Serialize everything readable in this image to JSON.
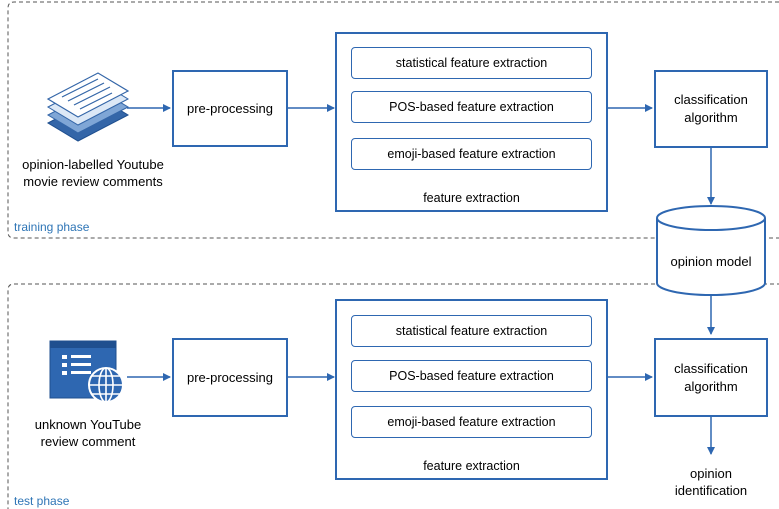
{
  "training": {
    "phase_label": "training phase",
    "source_label_line1": "opinion-labelled Youtube",
    "source_label_line2": "movie review comments",
    "preprocessing": "pre-processing",
    "features": [
      "statistical feature extraction",
      "POS-based feature extraction",
      "emoji-based feature extraction"
    ],
    "feature_caption": "feature extraction",
    "classifier_line1": "classification",
    "classifier_line2": "algorithm"
  },
  "model": {
    "label": "opinion model"
  },
  "test": {
    "phase_label": "test phase",
    "source_label_line1": "unknown YouTube",
    "source_label_line2": "review comment",
    "preprocessing": "pre-processing",
    "features": [
      "statistical feature extraction",
      "POS-based feature extraction",
      "emoji-based feature extraction"
    ],
    "feature_caption": "feature extraction",
    "classifier_line1": "classification",
    "classifier_line2": "algorithm",
    "output_line1": "opinion",
    "output_line2": "identification"
  },
  "colors": {
    "accent": "#2e67b1",
    "phase_text": "#2e75b6",
    "border_dash": "#555555"
  },
  "icons": {
    "training_source": "document-stack-icon",
    "test_source": "web-page-globe-icon"
  }
}
